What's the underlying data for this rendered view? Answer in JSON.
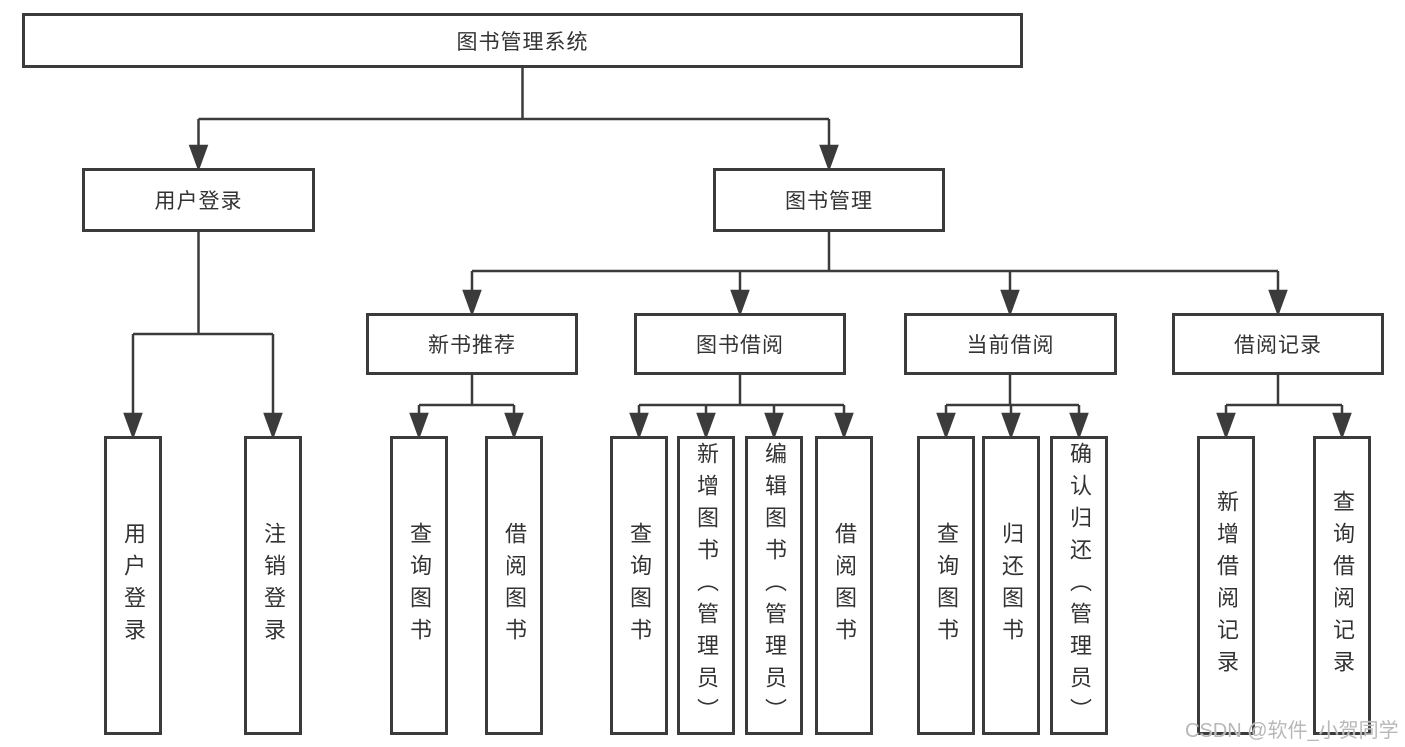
{
  "diagram_type": "tree",
  "tree": {
    "root": {
      "label": "图书管理系统"
    },
    "children": [
      {
        "label": "用户登录",
        "children": [
          {
            "label": "用户登录"
          },
          {
            "label": "注销登录"
          }
        ]
      },
      {
        "label": "图书管理",
        "children": [
          {
            "label": "新书推荐",
            "children": [
              {
                "label": "查询图书"
              },
              {
                "label": "借阅图书"
              }
            ]
          },
          {
            "label": "图书借阅",
            "children": [
              {
                "label": "查询图书"
              },
              {
                "label": "新增图书（管理员）"
              },
              {
                "label": "编辑图书（管理员）"
              },
              {
                "label": "借阅图书"
              }
            ]
          },
          {
            "label": "当前借阅",
            "children": [
              {
                "label": "查询图书"
              },
              {
                "label": "归还图书"
              },
              {
                "label": "确认归还（管理员）"
              }
            ]
          },
          {
            "label": "借阅记录",
            "children": [
              {
                "label": "新增借阅记录"
              },
              {
                "label": "查询借阅记录"
              }
            ]
          }
        ]
      }
    ]
  },
  "watermark": {
    "text": "CSDN @软件_小贺同学"
  },
  "colors": {
    "line": "#3b3b3b",
    "text": "#333333",
    "background": "#ffffff",
    "watermark": "#b8b8b8"
  }
}
